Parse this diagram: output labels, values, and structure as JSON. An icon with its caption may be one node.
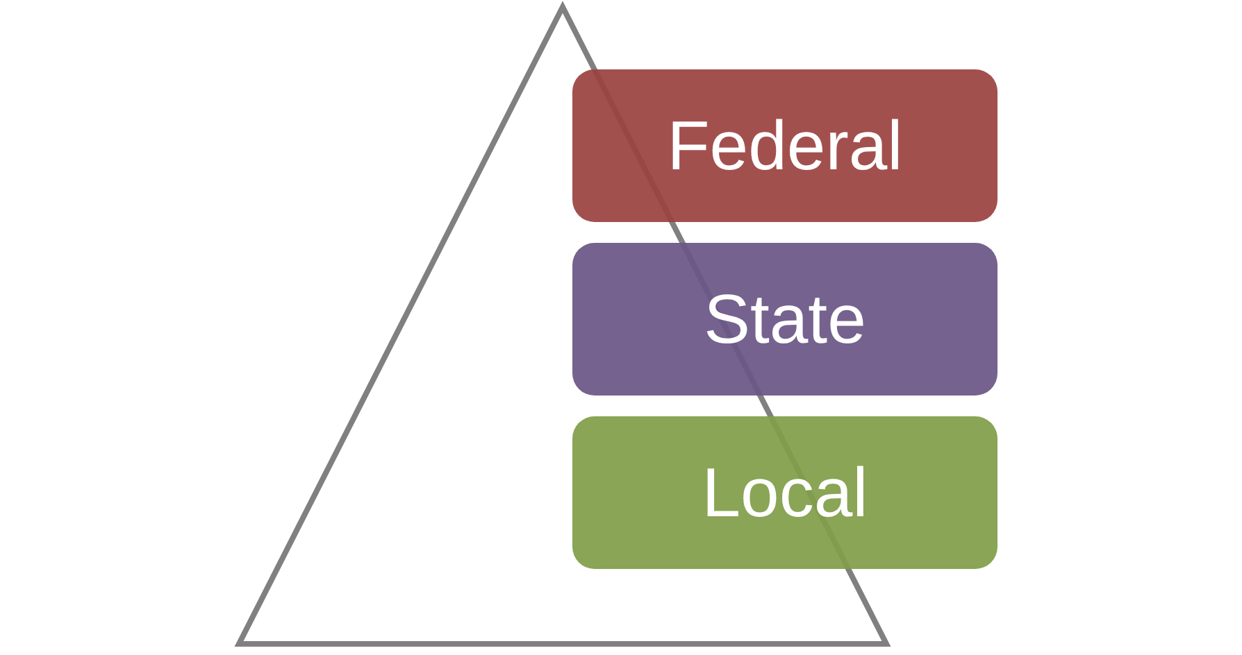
{
  "diagram": {
    "nodes": [
      {
        "text": [],
        "shape": "triangle"
      },
      {
        "text": [
          "Federal"
        ]
      },
      {
        "text": [
          "State"
        ]
      },
      {
        "text": [
          "Local"
        ]
      }
    ],
    "edges": []
  }
}
